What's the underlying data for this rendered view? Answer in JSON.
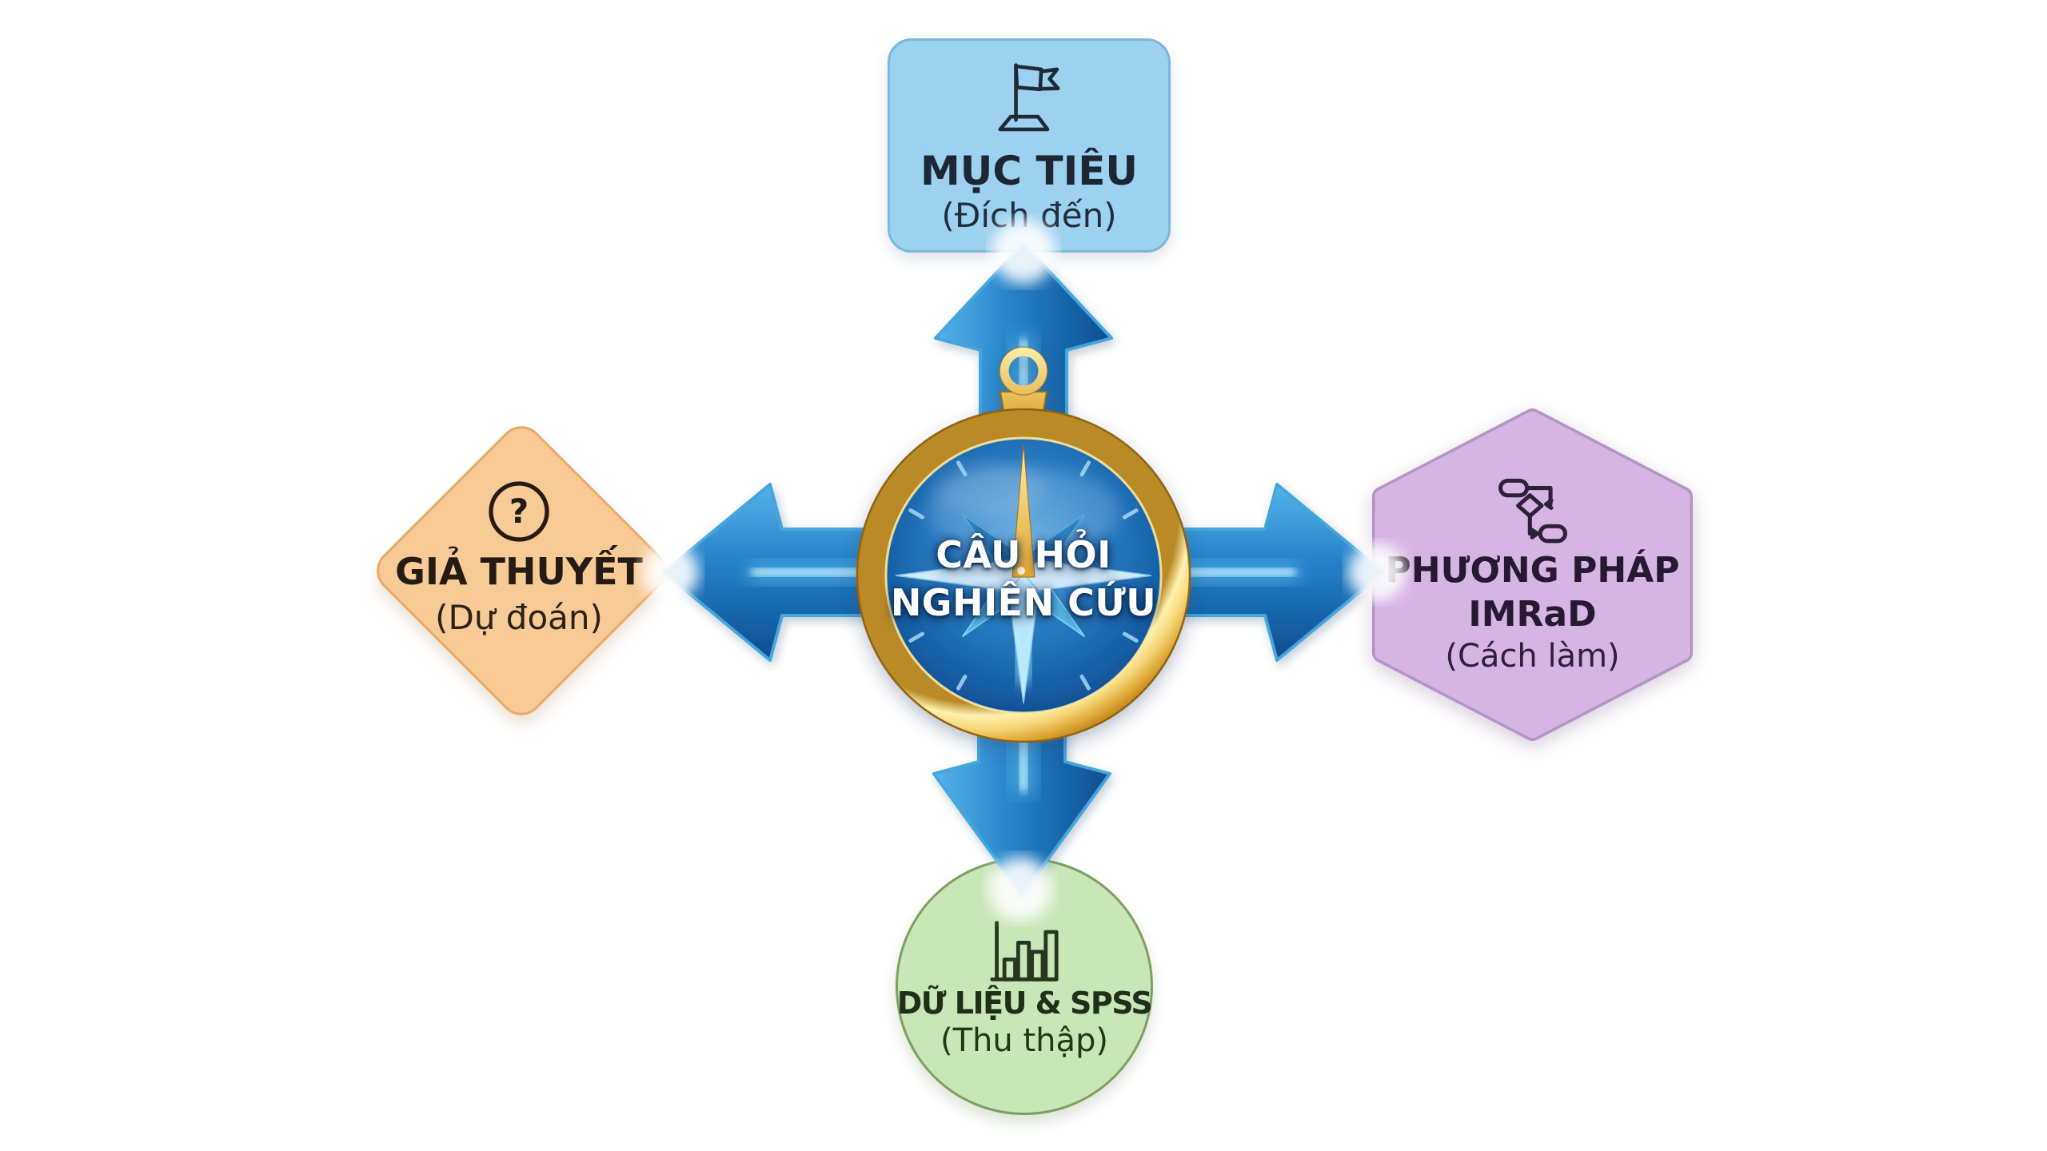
{
  "diagram": {
    "center": {
      "icon": "compass",
      "line1": "CÂU HỎI",
      "line2": "NGHIÊN CỨU"
    },
    "nodes": {
      "top": {
        "shape": "rounded-rectangle",
        "icon": "flag-icon",
        "label": "MỤC TIÊU",
        "sublabel": "(Đích đến)"
      },
      "left": {
        "shape": "diamond",
        "icon": "question-mark-icon",
        "label": "GIẢ THUYẾT",
        "sublabel": "(Dự đoán)",
        "question_glyph": "?"
      },
      "right": {
        "shape": "hexagon",
        "icon": "flowchart-icon",
        "label": "PHƯƠNG PHÁP",
        "label_line2": "IMRaD",
        "sublabel": "(Cách làm)"
      },
      "bottom": {
        "shape": "circle",
        "icon": "bar-chart-icon",
        "label": "DỮ LIỆU & SPSS",
        "sublabel": "(Thu thập)"
      }
    },
    "palette": {
      "node_blue": "#9cd2ef",
      "node_orange": "#f8ca96",
      "node_purple": "#d5b5e2",
      "node_green": "#c9e6b6",
      "arrow_light": "#55b3ea",
      "arrow_mid": "#2481c7",
      "arrow_dark": "#0d4c8f",
      "gold_light": "#fdf2b0",
      "gold_dark": "#aa7513",
      "face_center": "#58a8e0",
      "face_edge": "#0c4283"
    }
  }
}
